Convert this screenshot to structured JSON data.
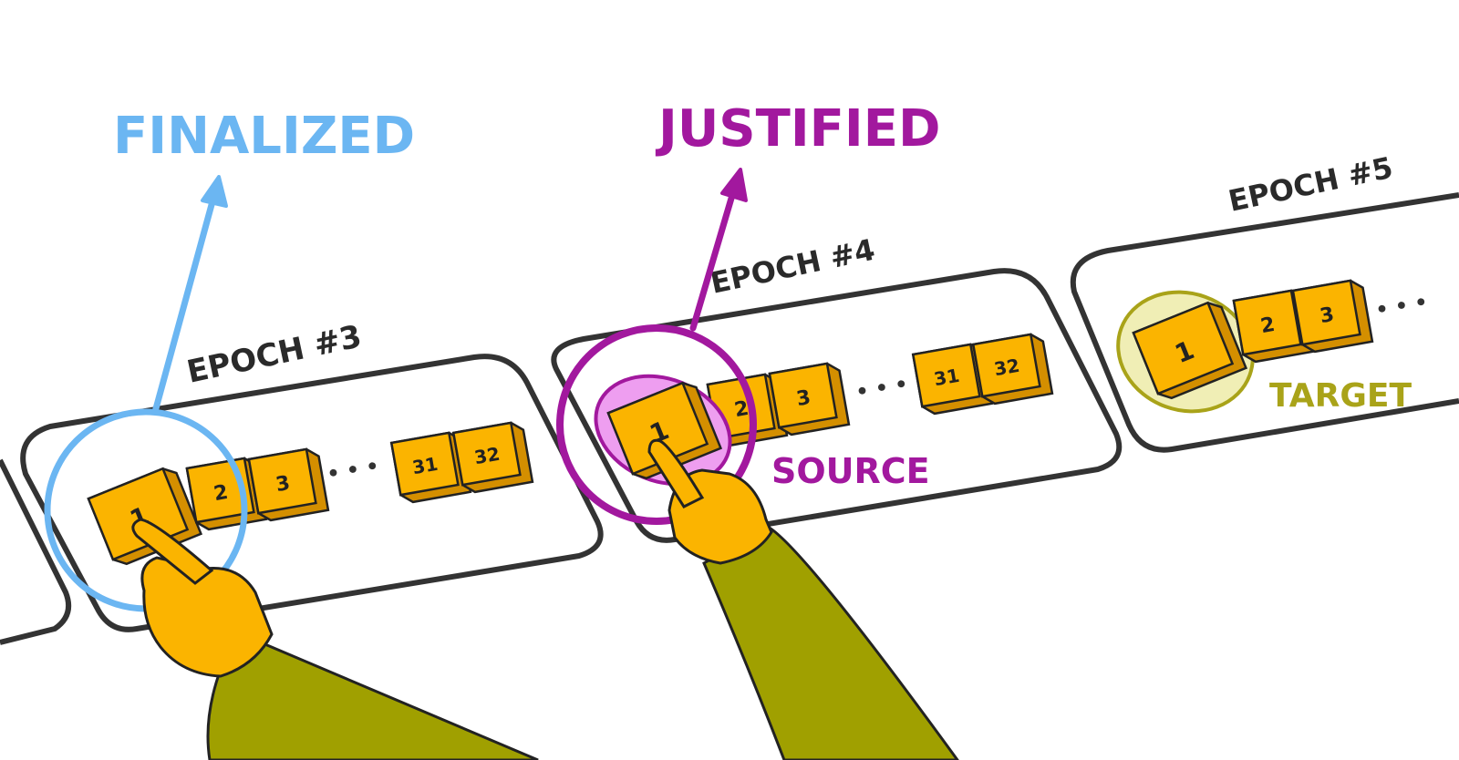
{
  "labels": {
    "finalized": "FINALIZED",
    "justified": "JUSTIFIED",
    "source": "SOURCE",
    "target": "TARGET"
  },
  "epochs": [
    {
      "title": "EPOCH #3",
      "slots": [
        "1",
        "2",
        "3",
        "31",
        "32"
      ],
      "ellipsis": "• • •"
    },
    {
      "title": "EPOCH #4",
      "slots": [
        "1",
        "2",
        "3",
        "31",
        "32"
      ],
      "ellipsis": "• • •"
    },
    {
      "title": "EPOCH #5",
      "slots": [
        "1",
        "2",
        "3"
      ],
      "ellipsis": "• • •"
    }
  ],
  "colors": {
    "finalized": "#6bb6f2",
    "justified": "#a2189e",
    "justified_fill": "#ee9ef0",
    "target": "#a9a319",
    "target_fill": "#f0eeb5",
    "block": "#fbb400",
    "block_side": "#d48f00",
    "sleeve": "#a0a000",
    "hand": "#fbb400",
    "outline": "#333333"
  }
}
